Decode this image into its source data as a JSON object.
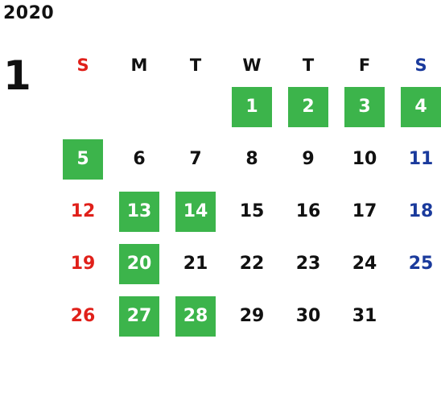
{
  "calendar": {
    "year": "2020",
    "month": "1",
    "weekdays": [
      "S",
      "M",
      "T",
      "W",
      "T",
      "F",
      "S"
    ],
    "weekday_colors": {
      "sunday": "#e0201a",
      "saturday": "#1a3a9c",
      "weekday": "#111111"
    },
    "highlight_color": "#3cb44b",
    "weeks": [
      [
        {
          "day": "",
          "highlighted": false
        },
        {
          "day": "",
          "highlighted": false
        },
        {
          "day": "",
          "highlighted": false
        },
        {
          "day": "1",
          "highlighted": true
        },
        {
          "day": "2",
          "highlighted": true
        },
        {
          "day": "3",
          "highlighted": true
        },
        {
          "day": "4",
          "highlighted": true
        }
      ],
      [
        {
          "day": "5",
          "highlighted": true
        },
        {
          "day": "6",
          "highlighted": false
        },
        {
          "day": "7",
          "highlighted": false
        },
        {
          "day": "8",
          "highlighted": false
        },
        {
          "day": "9",
          "highlighted": false
        },
        {
          "day": "10",
          "highlighted": false
        },
        {
          "day": "11",
          "highlighted": false
        }
      ],
      [
        {
          "day": "12",
          "highlighted": false
        },
        {
          "day": "13",
          "highlighted": true
        },
        {
          "day": "14",
          "highlighted": true
        },
        {
          "day": "15",
          "highlighted": false
        },
        {
          "day": "16",
          "highlighted": false
        },
        {
          "day": "17",
          "highlighted": false
        },
        {
          "day": "18",
          "highlighted": false
        }
      ],
      [
        {
          "day": "19",
          "highlighted": false
        },
        {
          "day": "20",
          "highlighted": true
        },
        {
          "day": "21",
          "highlighted": false
        },
        {
          "day": "22",
          "highlighted": false
        },
        {
          "day": "23",
          "highlighted": false
        },
        {
          "day": "24",
          "highlighted": false
        },
        {
          "day": "25",
          "highlighted": false
        }
      ],
      [
        {
          "day": "26",
          "highlighted": false
        },
        {
          "day": "27",
          "highlighted": true
        },
        {
          "day": "28",
          "highlighted": true
        },
        {
          "day": "29",
          "highlighted": false
        },
        {
          "day": "30",
          "highlighted": false
        },
        {
          "day": "31",
          "highlighted": false
        },
        {
          "day": "",
          "highlighted": false
        }
      ]
    ]
  }
}
